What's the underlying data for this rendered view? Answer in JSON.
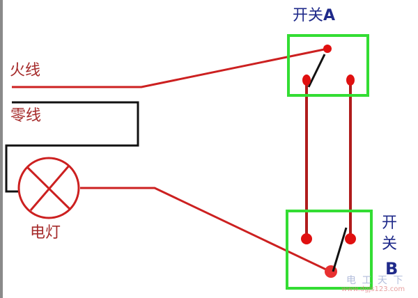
{
  "labels": {
    "live_wire": "火线",
    "neutral_wire": "零线",
    "lamp": "电灯",
    "switch_a_text": "开关",
    "switch_a_letter": "A",
    "switch_b_char1": "开",
    "switch_b_char2": "关",
    "switch_b_letter": "B"
  },
  "watermark": {
    "name": "电 工 天 下",
    "url": "www.dgjs123.com"
  },
  "colors": {
    "wire_live": "#cc2020",
    "wire_neutral": "#111111",
    "switch_box": "#33dd33",
    "terminal": "#e01010",
    "label_red": "#a52a2a",
    "label_blue": "#1f2a8a"
  }
}
